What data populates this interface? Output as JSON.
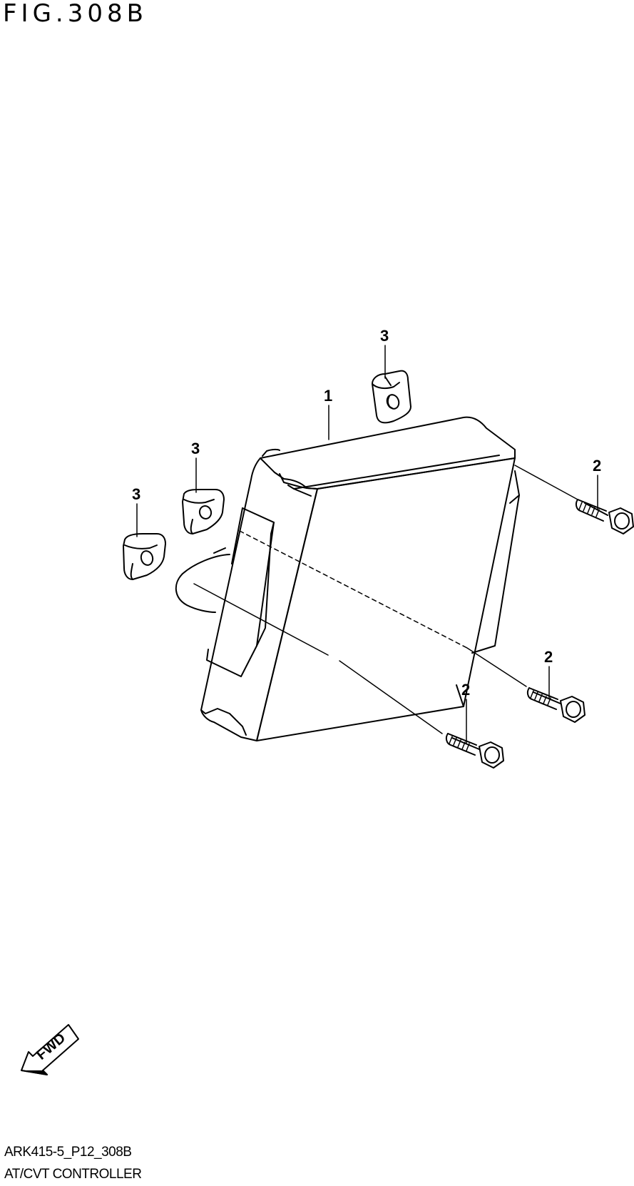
{
  "figure": {
    "title": "FIG.308B"
  },
  "callouts": {
    "part_1": "1",
    "part_2_a": "2",
    "part_2_b": "2",
    "part_2_c": "2",
    "part_3_a": "3",
    "part_3_b": "3",
    "part_3_c": "3"
  },
  "fwd_indicator": {
    "label": "FWD",
    "icon": "fwd-arrow-icon"
  },
  "footer": {
    "diagram_code": "ARK415-5_P12_308B",
    "diagram_name": "AT/CVT CONTROLLER"
  }
}
